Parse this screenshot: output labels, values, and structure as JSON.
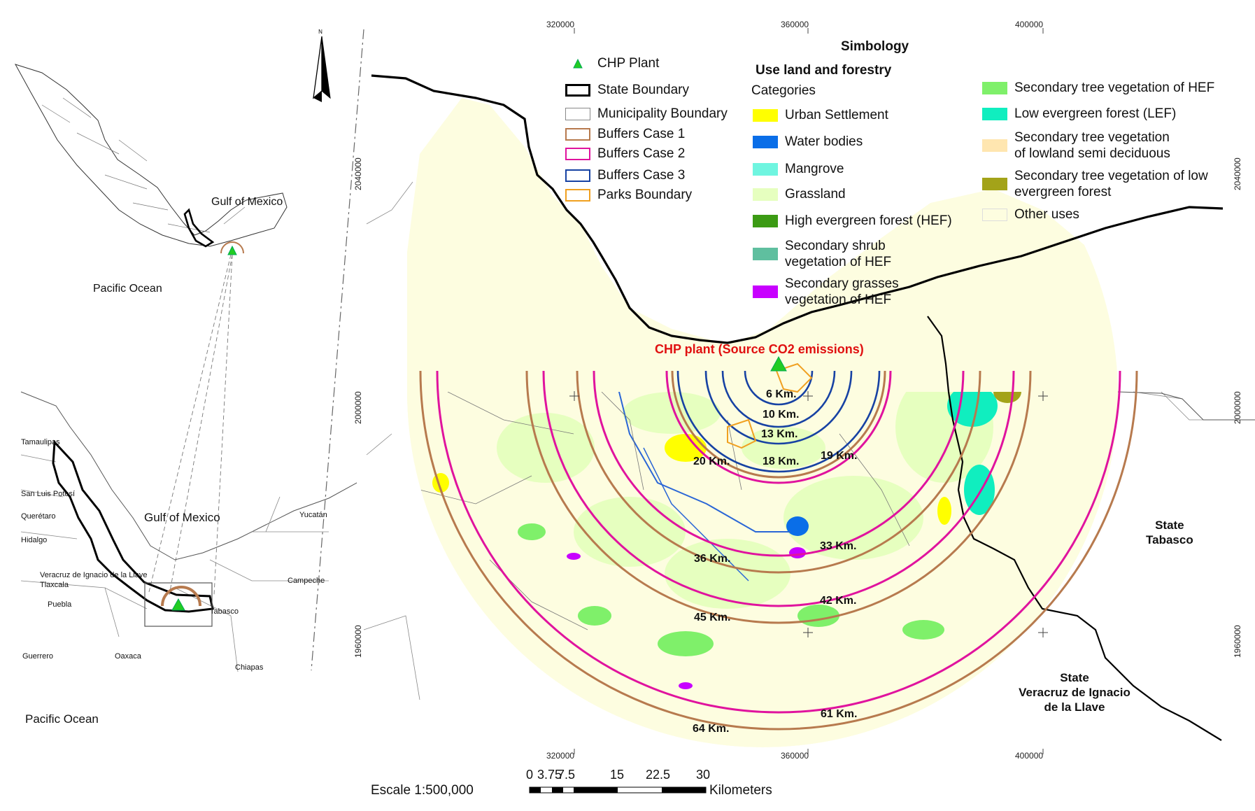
{
  "inset": {
    "upper": {
      "gulf": "Gulf of Mexico",
      "pacific": "Pacific Ocean"
    },
    "lower": {
      "gulf": "Gulf of Mexico",
      "pacific": "Pacific Ocean",
      "states": [
        "Tamaulipas",
        "San Luis Potosí",
        "Querétaro",
        "Hidalgo",
        "Veracruz de Ignacio de la Llave",
        "Tlaxcala",
        "Puebla",
        "Guerrero",
        "Oaxaca",
        "Tabasco",
        "Campeche",
        "Yucatán",
        "Chiapas"
      ]
    },
    "north_arrow": "N"
  },
  "legend": {
    "chp_plant": "CHP Plant",
    "state_boundary": "State Boundary",
    "municipality_boundary": "Municipality Boundary",
    "buffers_case1": "Buffers Case 1",
    "buffers_case2": "Buffers Case 2",
    "buffers_case3": "Buffers Case 3",
    "parks_boundary": "Parks Boundary"
  },
  "simbology": {
    "title": "Simbology",
    "subtitle": "Use land and forestry",
    "categories_label": "Categories",
    "items_left": [
      {
        "label": "Urban Settlement",
        "color": "#ffff00"
      },
      {
        "label": "Water bodies",
        "color": "#0a6ee8"
      },
      {
        "label": "Mangrove",
        "color": "#6ff5e0"
      },
      {
        "label": "Grassland",
        "color": "#e6ffbf"
      },
      {
        "label": "High evergreen forest (HEF)",
        "color": "#3c9b14"
      },
      {
        "label": [
          "Secondary shrub",
          "vegetation of HEF"
        ],
        "color": "#5fbf9f"
      },
      {
        "label": [
          "Secondary grasses",
          "vegetation of HEF"
        ],
        "color": "#c800ff"
      }
    ],
    "items_right": [
      {
        "label": "Secondary tree vegetation of HEF",
        "color": "#7ff06a"
      },
      {
        "label": "Low evergreen forest (LEF)",
        "color": "#10eebf"
      },
      {
        "label": [
          "Secondary tree vegetation",
          "of lowland semi deciduous"
        ],
        "color": "#ffe6b0"
      },
      {
        "label": [
          "Secondary tree vegetation of low",
          "evergreen forest"
        ],
        "color": "#a3a319"
      },
      {
        "label": "Other uses",
        "color": "#fdfde0"
      }
    ]
  },
  "map": {
    "plant_label": "CHP plant (Source CO2 emissions)",
    "state_tabasco": [
      "State",
      "Tabasco"
    ],
    "state_veracruz": [
      "State",
      "Veracruz de Ignacio",
      "de la Llave"
    ],
    "buffer_labels": [
      "6 Km.",
      "10 Km.",
      "13 Km.",
      "18 Km.",
      "19 Km.",
      "20 Km.",
      "33 Km.",
      "36 Km.",
      "42 Km.",
      "45 Km.",
      "61 Km.",
      "64 Km."
    ],
    "coords_x": [
      "320000",
      "360000",
      "400000"
    ],
    "coords_y": [
      "2040000",
      "2000000",
      "1960000"
    ],
    "scale_text": "Escale 1:500,000",
    "scale_ticks": [
      "0",
      "3.75",
      "7.5",
      "15",
      "22.5",
      "30"
    ],
    "scale_unit": "Kilometers"
  },
  "colors": {
    "buffer_case1": "#b77a4e",
    "buffer_case2": "#e0139e",
    "buffer_case3": "#1742a3",
    "parks": "#f0a020",
    "plant": "#22cc22",
    "plant_label": "#e01010"
  }
}
